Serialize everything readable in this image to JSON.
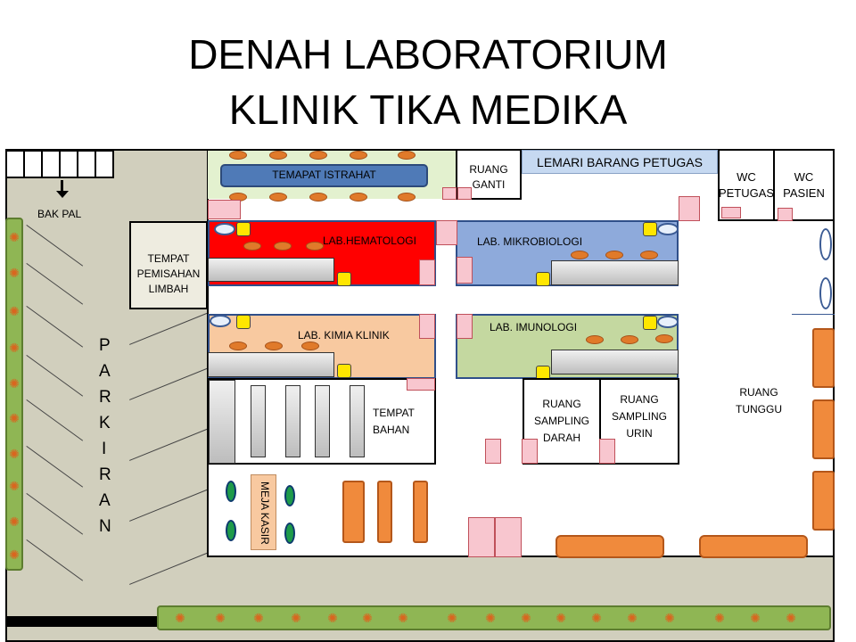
{
  "title": {
    "line1": "DENAH LABORATORIUM",
    "line2": "KLINIK TIKA MEDIKA"
  },
  "labels": {
    "bak_pal": "BAK PAL",
    "tempat_istrahat": "TEMAPAT ISTRAHAT",
    "ruang_ganti_1": "RUANG",
    "ruang_ganti_2": "GANTI",
    "lemari": "LEMARI BARANG PETUGAS",
    "wc_petugas_1": "WC",
    "wc_petugas_2": "PETUGAS",
    "wc_pasien_1": "WC",
    "wc_pasien_2": "PASIEN",
    "pemisahan_1": "TEMPAT",
    "pemisahan_2": "PEMISAHAN",
    "pemisahan_3": "LIMBAH",
    "hematologi": "LAB.HEMATOLOGI",
    "mikrobiologi": "LAB. MIKROBIOLOGI",
    "kimia_klinik": "LAB. KIMIA KLINIK",
    "imunologi": "LAB. IMUNOLOGI",
    "tempat_bahan_1": "TEMPAT",
    "tempat_bahan_2": "BAHAN",
    "sampling_darah_1": "RUANG",
    "sampling_darah_2": "SAMPLING",
    "sampling_darah_3": "DARAH",
    "sampling_urin_1": "RUANG",
    "sampling_urin_2": "SAMPLING",
    "sampling_urin_3": "URIN",
    "ruang_tunggu_1": "RUANG",
    "ruang_tunggu_2": "TUNGGU",
    "meja_kasir": "MEJA KASIR",
    "parkiran": [
      "P",
      "A",
      "R",
      "K",
      "I",
      "R",
      "A",
      "N"
    ]
  },
  "colors": {
    "parking": "#d1cfbd",
    "rest_area": "#e3f1cf",
    "rest_table": "#4f7ab7",
    "lemari": "#c6d9f1",
    "hematologi": "#ff0000",
    "mikrobiologi": "#8eaadb",
    "kimia_klinik": "#f8c9a0",
    "imunologi": "#c4d8a0",
    "hedge": "#8fb654"
  }
}
